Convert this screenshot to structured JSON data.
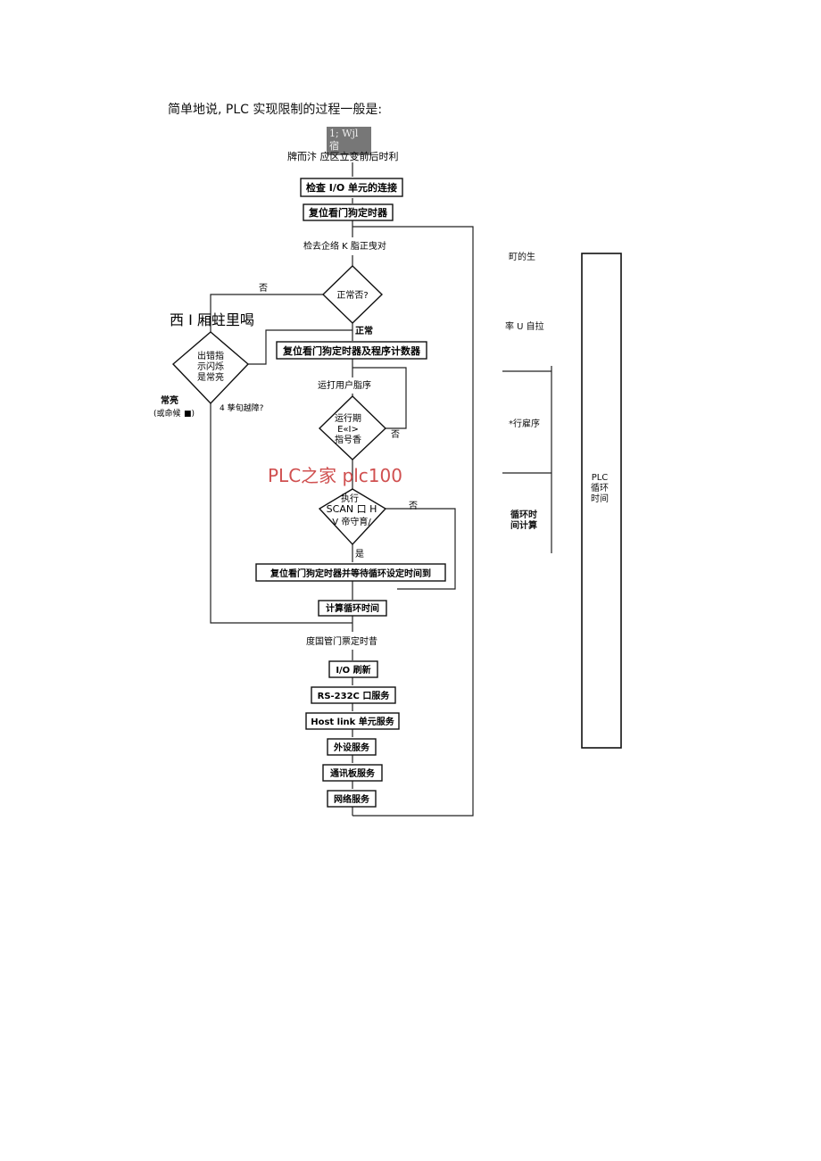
{
  "intro": "简单地说, PLC 实现限制的过程一般是:",
  "stamp_text": "1; Wjl\n宿",
  "watermark": "PLC之家 plc100",
  "flow": {
    "power_on": "牌而汴  应区立变前后时利",
    "check_io": "检查 I/O 单元的连接",
    "reset_watchdog": "复位看门狗定时器",
    "check_hw": "检去企络 K 脂正曳对",
    "normal_q": "正常否?",
    "no1": "否",
    "yes_normal": "正常",
    "err_header": "西 I 厢蛀里喝",
    "error_q1": "出错指",
    "error_q2": "示闪烁",
    "error_q3": "是常亮",
    "always_on": "常亮",
    "stop": "(或命候",
    "stop_mark": "■)",
    "flash_note": "4 孳旬越障?",
    "reset_watchdog_counter": "复位看门狗定时器及程序计数器",
    "run_user": "运打用户脂序",
    "run_end_1": "运行期",
    "run_end_2": "E«I>",
    "run_end_3": "指号香",
    "no2": "否",
    "scan_1": "执行",
    "scan_2": "SCAN 口 H",
    "scan_3": "V 帝守育/",
    "no3": "否",
    "yes": "是",
    "reset_wait": "复位看门狗定时器并等待循环设定时间到",
    "calc_cycle": "计算循环时间",
    "reset_again": "度国管门票定时昔",
    "io_refresh": "I/O 刷新",
    "rs232": "RS-232C 口服务",
    "hostlink": "Host link 单元服务",
    "peripheral": "外设服务",
    "comm_board": "通讯板服务",
    "network": "网络服务"
  },
  "side": {
    "label_1": "町的生",
    "label_2": "率 U 自拉",
    "label_3": "*行雇序",
    "label_4": "循环时\n间计算",
    "plc_cycle": "PLC\n循环\n时间"
  }
}
